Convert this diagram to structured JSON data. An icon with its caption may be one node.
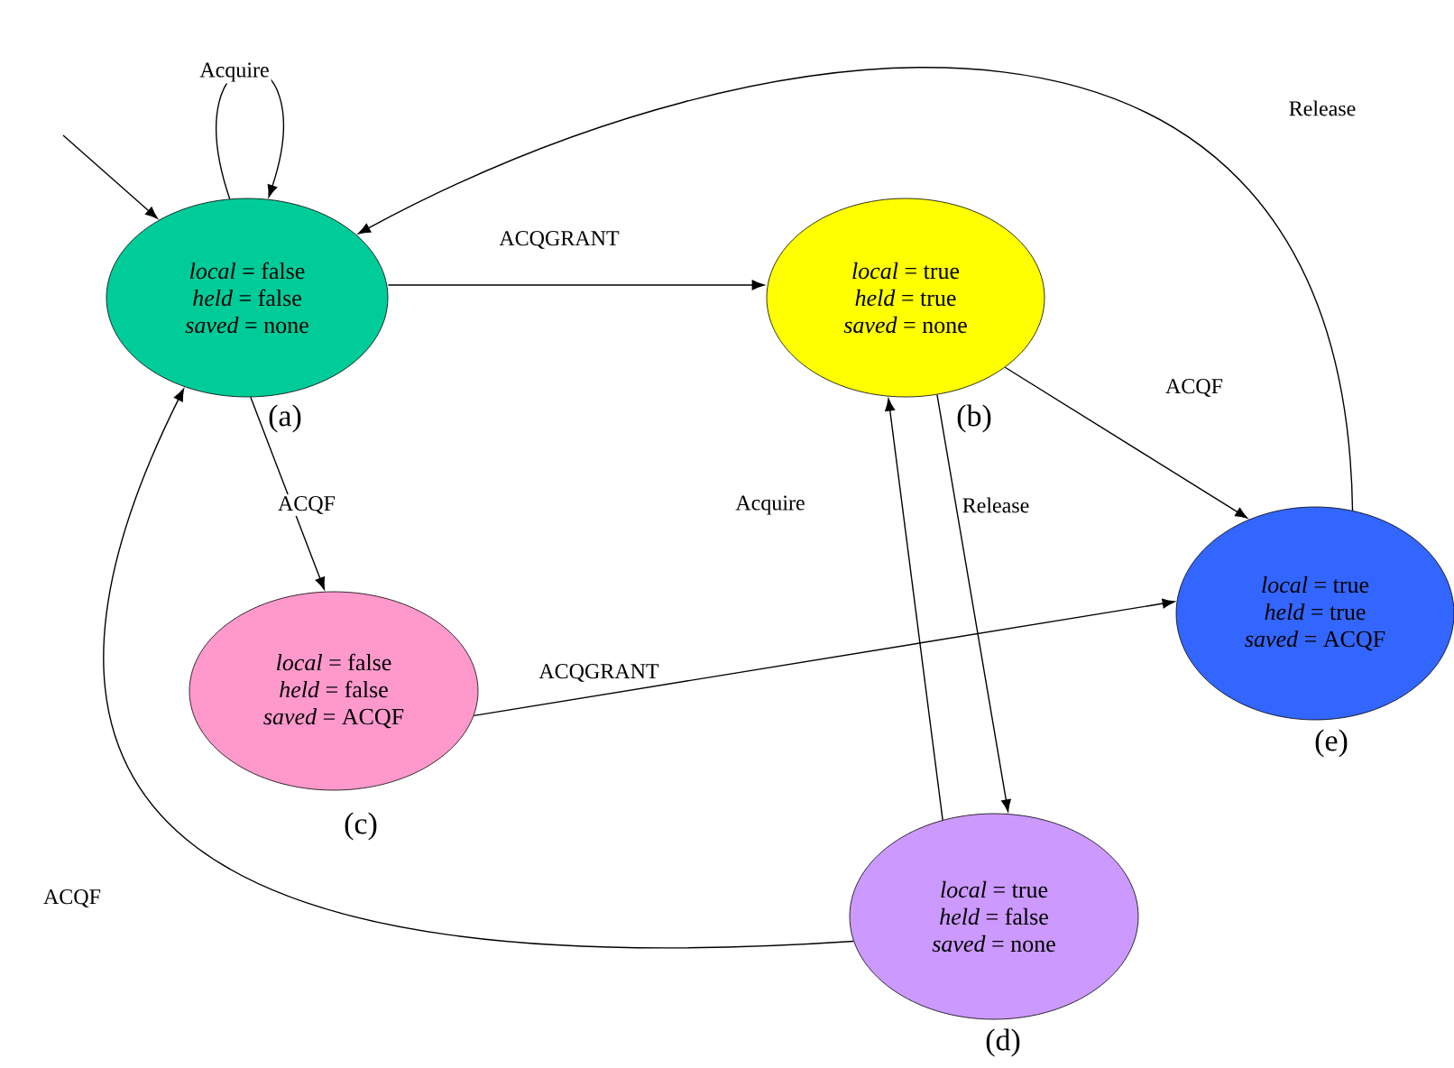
{
  "diagram": {
    "nodes": [
      {
        "text": [
          "*local* = false",
          "*held* = false",
          "*saved* = none"
        ],
        "beside": [
          "(a)"
        ]
      },
      {
        "text": [
          "*local* = true",
          "*held* = true",
          "*saved* = none"
        ],
        "beside": [
          "(b)"
        ]
      },
      {
        "text": [
          "*local* = false",
          "*held* = false",
          "*saved* = ACQF"
        ],
        "beside": [
          "(c)"
        ]
      },
      {
        "text": [
          "*local* = true",
          "*held* = false",
          "*saved* = none"
        ],
        "beside": [
          "(d)"
        ]
      },
      {
        "text": [
          "*local* = true",
          "*held* = true",
          "*saved* = ACQF"
        ],
        "beside": [
          "(e)"
        ]
      }
    ],
    "edges": [
      {
        "from": null,
        "to": 0,
        "arrow": "to"
      },
      {
        "from": 0,
        "to": 0,
        "arrow": "to",
        "label": "Acquire"
      },
      {
        "from": 0,
        "to": 1,
        "arrow": "to",
        "label": "ACQGRANT"
      },
      {
        "from": 0,
        "to": 2,
        "arrow": "to",
        "label": "ACQF"
      },
      {
        "from": 1,
        "to": 4,
        "arrow": "to",
        "label": "ACQF"
      },
      {
        "from": 4,
        "to": 0,
        "arrow": "to",
        "label": "Release"
      },
      {
        "from": 2,
        "to": 4,
        "arrow": "to",
        "label": "ACQGRANT"
      },
      {
        "from": 3,
        "to": 1,
        "arrow": "to",
        "label": "Acquire"
      },
      {
        "from": 1,
        "to": 3,
        "arrow": "to",
        "label": "Release"
      },
      {
        "from": 3,
        "to": 0,
        "arrow": "to",
        "label": "ACQF"
      }
    ]
  }
}
